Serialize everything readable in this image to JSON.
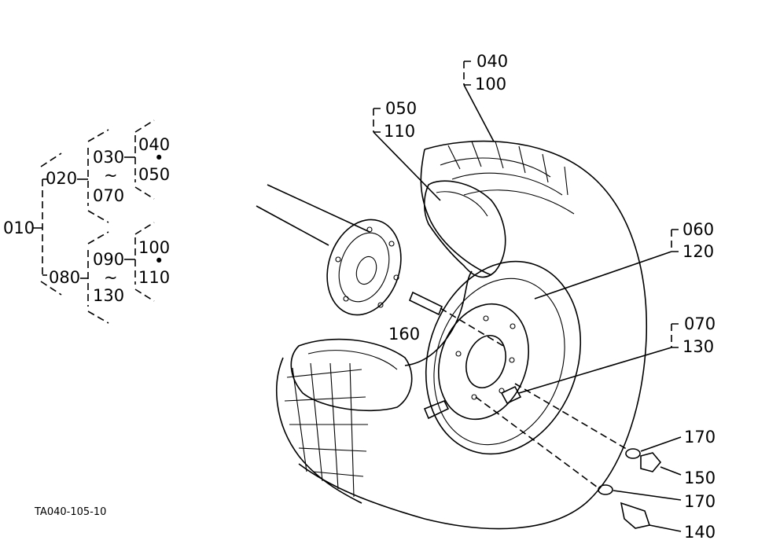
{
  "tree": {
    "root": "010",
    "assy_a": "020",
    "assy_b": "080",
    "a_top": "030",
    "a_range": "~",
    "a_bottom": "070",
    "a_x1": "040",
    "a_dot": "•",
    "a_x2": "050",
    "b_top": "090",
    "b_range": "~",
    "b_bottom": "130",
    "b_x1": "100",
    "b_dot": "•",
    "b_x2": "110"
  },
  "callouts": {
    "tire_1": "040",
    "tire_2": "100",
    "tube_1": "050",
    "tube_2": "110",
    "rim_1": "060",
    "rim_2": "120",
    "weight_1": "070",
    "weight_2": "130",
    "stud": "160",
    "washer_a": "170",
    "nut": "150",
    "washer_b": "170",
    "bolt": "140"
  },
  "figure_code": "TA040-105-10"
}
